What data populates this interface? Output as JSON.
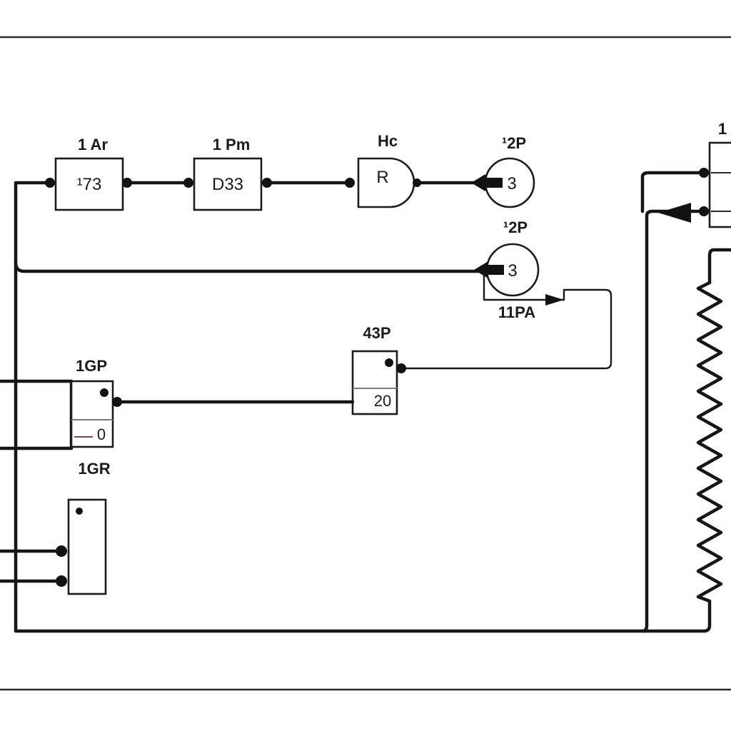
{
  "labels": {
    "block1": "1 Ar",
    "block2": "1 Pm",
    "gate": "Hc",
    "meter_top": "¹2P",
    "meter_mid": "¹2P",
    "meter_mid_sub": "11PA",
    "block_mid": "43P",
    "block_left": "1GP",
    "block_bottom": "1GR",
    "right_edge": "1"
  },
  "inner": {
    "block1": "¹73",
    "block2": "D33",
    "gate": "R",
    "meter_top": "3",
    "meter_mid": "3",
    "block_mid": "20",
    "block_left": "0"
  }
}
